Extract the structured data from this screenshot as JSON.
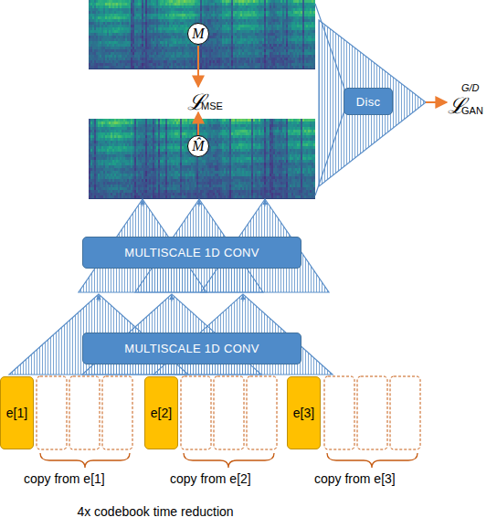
{
  "diagram": {
    "caption": "4x codebook time reduction",
    "nodes": [
      {
        "text": [
          "M"
        ]
      },
      {
        "text": [
          "Disc"
        ]
      },
      {
        "text": [
          "M̂"
        ]
      },
      {
        "text": [
          "MULTISCALE 1D CONV"
        ]
      },
      {
        "text": [
          "MULTISCALE 1D CONV"
        ]
      },
      {
        "text": [
          "e[1]"
        ]
      },
      {
        "text": [
          "e[2]"
        ]
      },
      {
        "text": [
          "e[3]"
        ]
      }
    ],
    "labels": [
      "ℒ",
      "MSE",
      "ℒ",
      "G/D",
      "GAN",
      "copy from e[1]",
      "copy from e[2]",
      "copy from e[3]"
    ]
  }
}
